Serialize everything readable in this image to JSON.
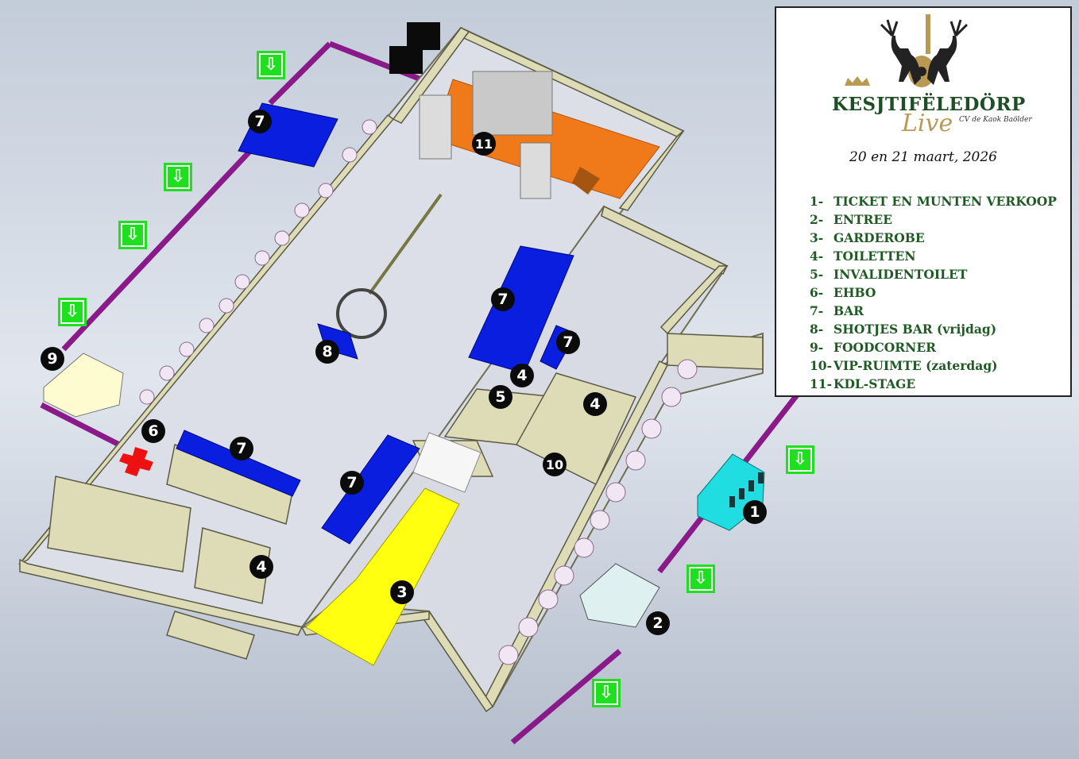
{
  "legend": {
    "brand": "KESJTIFËLEDÖRP",
    "brand_sub": "Live",
    "brand_org": "CV de Kaok Baölder",
    "date": "20 en 21 maart, 2026",
    "items": [
      {
        "num": "1-",
        "label": "TICKET EN MUNTEN VERKOOP"
      },
      {
        "num": "2-",
        "label": "ENTREE"
      },
      {
        "num": "3-",
        "label": "GARDEROBE"
      },
      {
        "num": "4-",
        "label": "TOILETTEN"
      },
      {
        "num": "5-",
        "label": "INVALIDENTOILET"
      },
      {
        "num": "6-",
        "label": "EHBO"
      },
      {
        "num": "7-",
        "label": "BAR"
      },
      {
        "num": "8-",
        "label": "SHOTJES BAR (vrijdag)"
      },
      {
        "num": "9-",
        "label": "FOODCORNER"
      },
      {
        "num": "10-",
        "label": "VIP-RUIMTE (zaterdag)"
      },
      {
        "num": "11-",
        "label": "KDL-STAGE"
      }
    ]
  },
  "markers": [
    "1",
    "2",
    "3",
    "4",
    "4",
    "4",
    "5",
    "6",
    "7",
    "7",
    "7",
    "7",
    "7",
    "8",
    "9",
    "10",
    "11"
  ],
  "exit_symbol": "⇩",
  "colors": {
    "bar": "#0a1ee0",
    "garderobe": "#ffff10",
    "stage": "#f07a1a",
    "ticket": "#1fdde0",
    "ehbo": "#ee1111",
    "exit": "#1ee01e",
    "wall": "#dedcb6",
    "fence": "#8a1a8a",
    "legend_text": "#1f5a25"
  }
}
